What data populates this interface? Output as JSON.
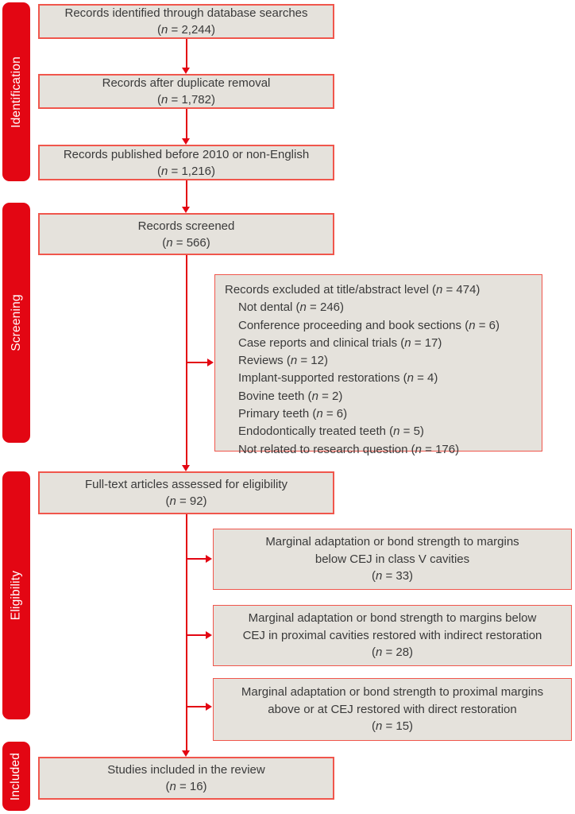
{
  "colors": {
    "accent_red": "#e30613",
    "box_border": "#f0564c",
    "box_fill": "#e5e2dc",
    "text": "#3a3a3a"
  },
  "sidebar": {
    "labels": [
      {
        "label": "Identification"
      },
      {
        "label": "Screening"
      },
      {
        "label": "Eligibility"
      },
      {
        "label": "Included"
      }
    ]
  },
  "flow": {
    "identified": {
      "text": "Records identified through database searches",
      "count": "(n = 2,244)"
    },
    "after_duplicates": {
      "text": "Records after duplicate removal",
      "count": "(n = 1,782)"
    },
    "before_2010": {
      "text": "Records published before 2010 or non-English",
      "count": "(n = 1,216)"
    },
    "screened": {
      "text": "Records screened",
      "count": "(n = 566)"
    },
    "fulltext": {
      "text": "Full-text articles assessed for eligibility",
      "count": "(n = 92)"
    },
    "included": {
      "text": "Studies included in the review",
      "count": "(n = 16)"
    }
  },
  "excluded": {
    "title": "Records excluded at title/abstract level (n = 474)",
    "items": [
      "Not dental (n = 246)",
      "Conference proceeding and book sections (n = 6)",
      "Case reports and clinical trials (n = 17)",
      "Reviews (n = 12)",
      "Implant-supported restorations (n = 4)",
      "Bovine teeth (n = 2)",
      "Primary teeth (n = 6)",
      "Endodontically treated teeth (n = 5)",
      "Not related to research question (n = 176)"
    ]
  },
  "eligibility_excluded": [
    {
      "lines": [
        "Marginal adaptation or bond strength to margins",
        "below CEJ in class V cavities"
      ],
      "count": "(n = 33)"
    },
    {
      "lines": [
        "Marginal adaptation or bond strength to margins below",
        "CEJ in proximal cavities restored with indirect restoration"
      ],
      "count": "(n = 28)"
    },
    {
      "lines": [
        "Marginal adaptation or bond strength to proximal margins",
        "above or at CEJ restored with direct restoration"
      ],
      "count": "(n = 15)"
    }
  ]
}
